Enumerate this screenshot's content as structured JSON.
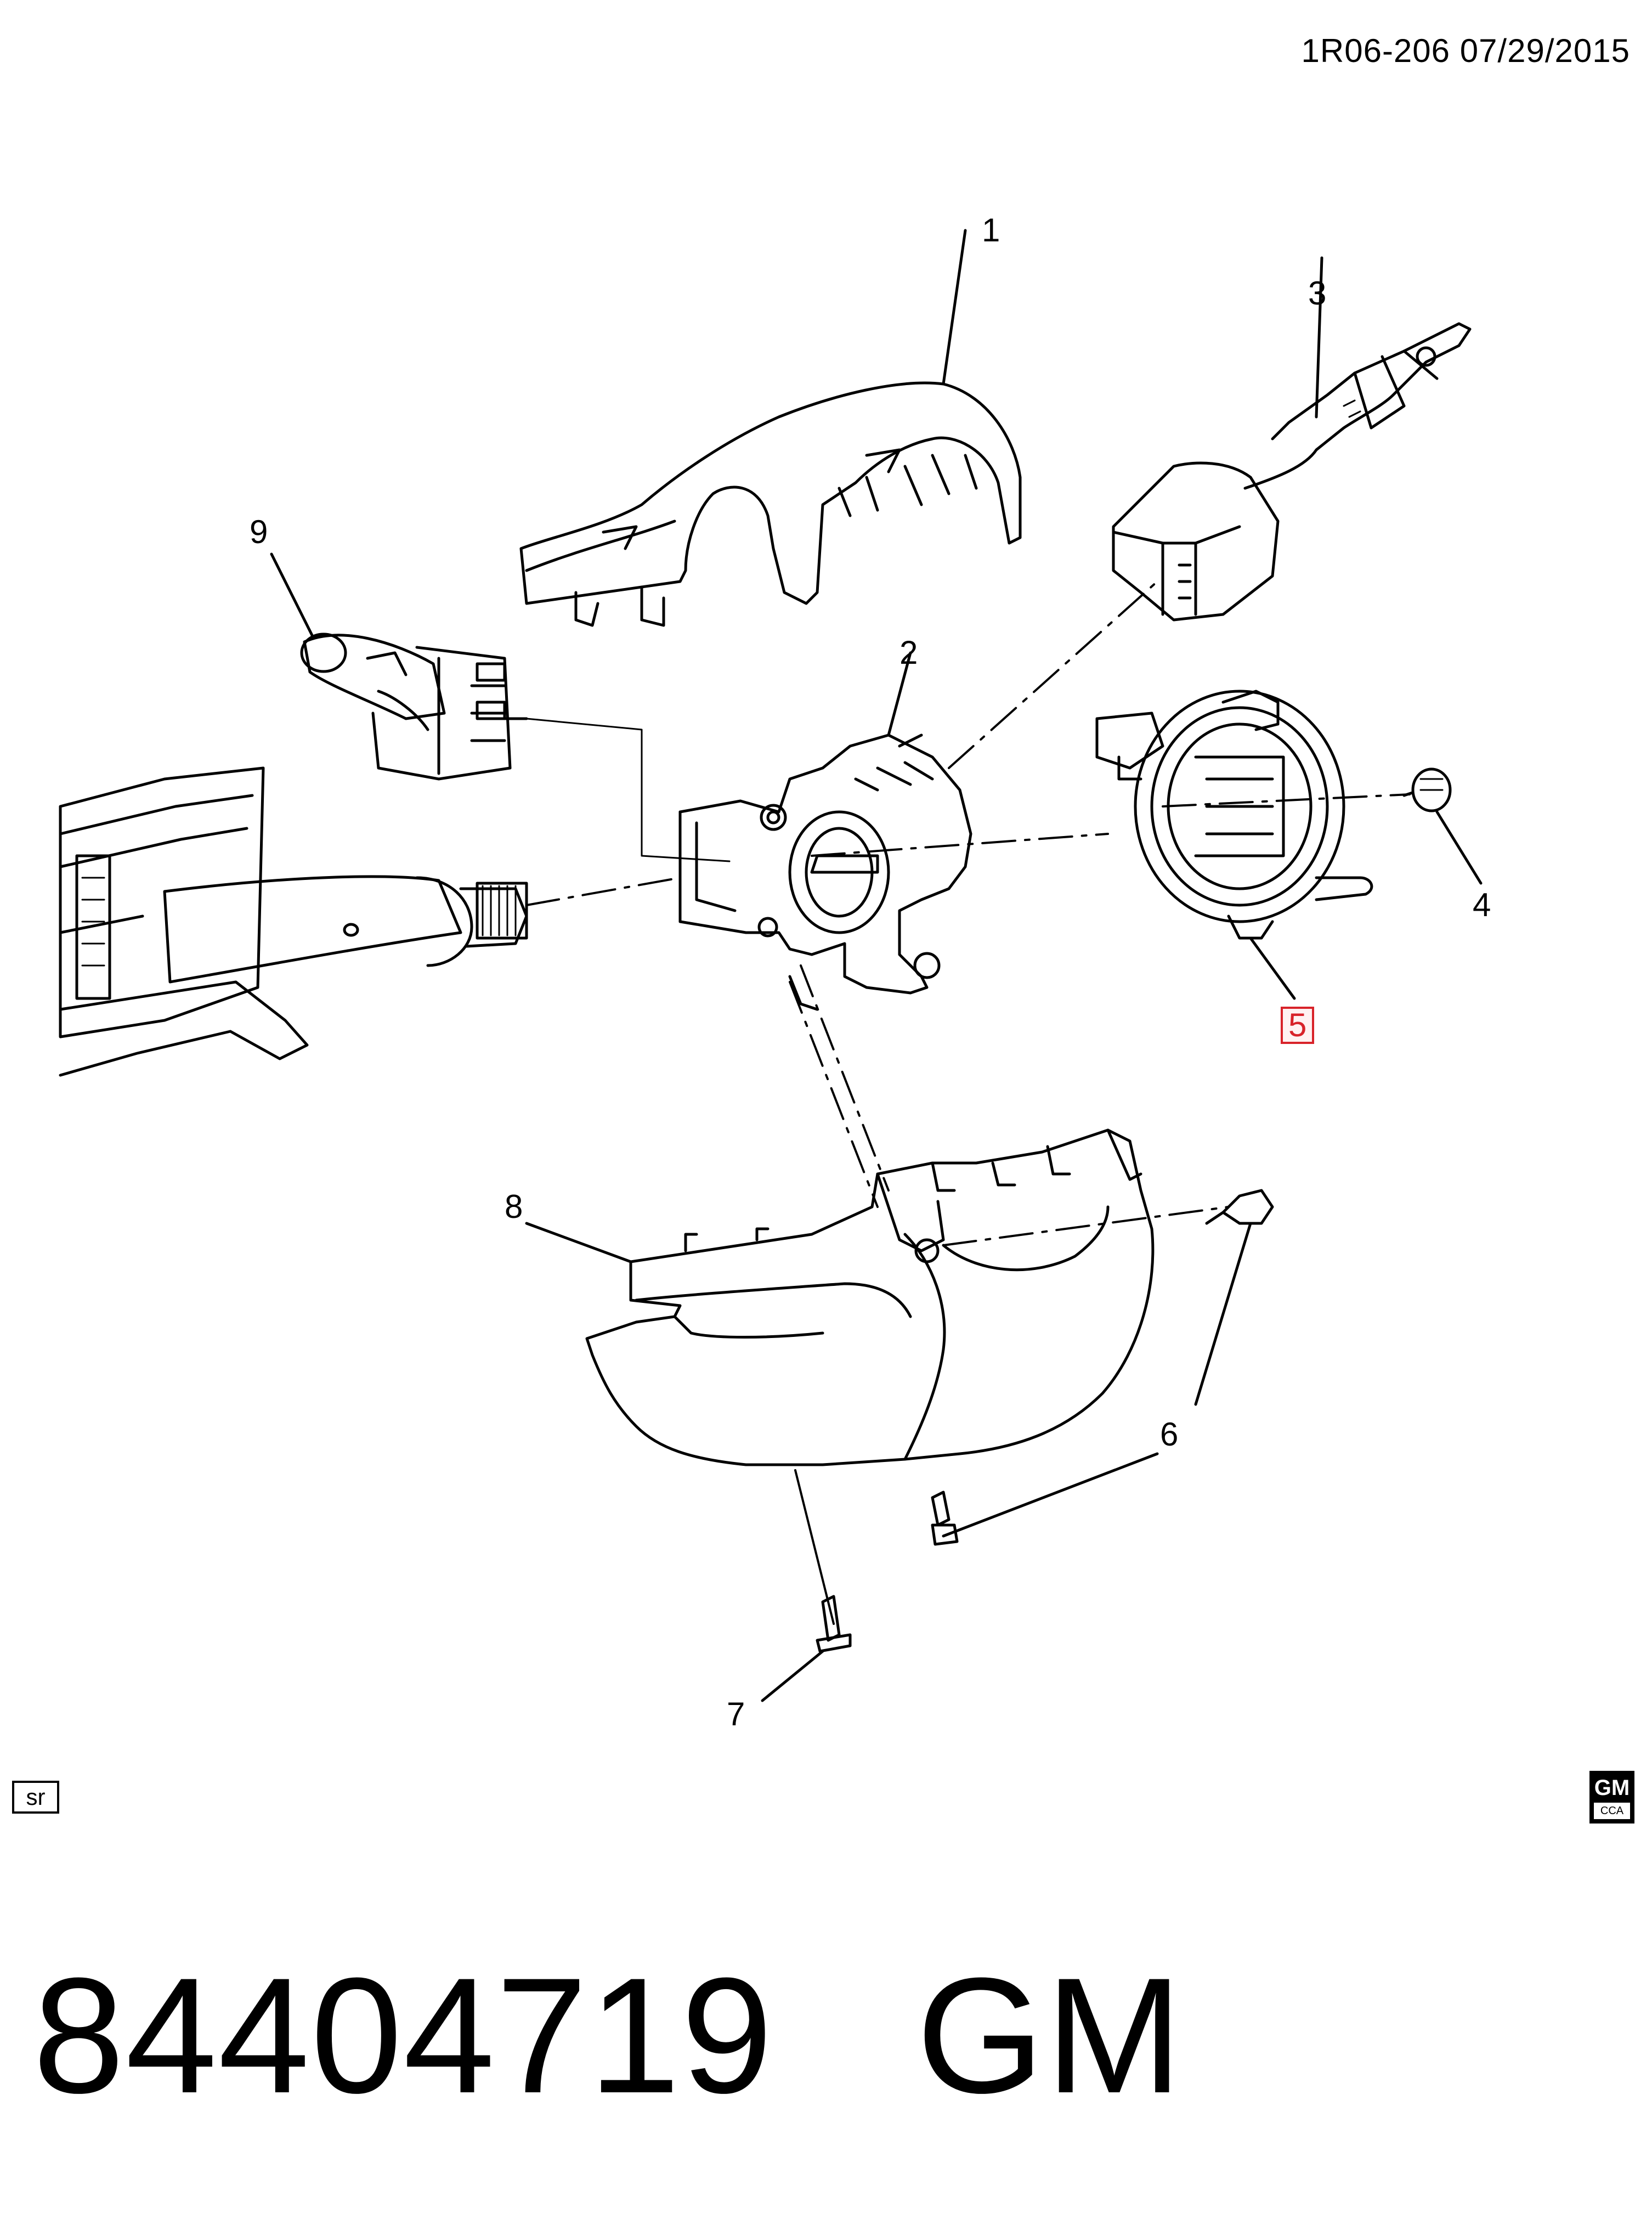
{
  "header": {
    "drawing_code": "1R06-206  07/29/2015"
  },
  "callouts": {
    "c1": "1",
    "c2": "2",
    "c3": "3",
    "c4": "4",
    "c5": "5",
    "c6": "6",
    "c7": "7",
    "c8": "8",
    "c9": "9"
  },
  "highlighted_callout": "5",
  "footer": {
    "sr_label": "sr",
    "logo_letters": "GM",
    "logo_subtext": "CCA",
    "part_number": "84404719",
    "brand": "GM"
  },
  "colors": {
    "line": "#000000",
    "highlight": "#d8232a",
    "background": "#ffffff"
  }
}
